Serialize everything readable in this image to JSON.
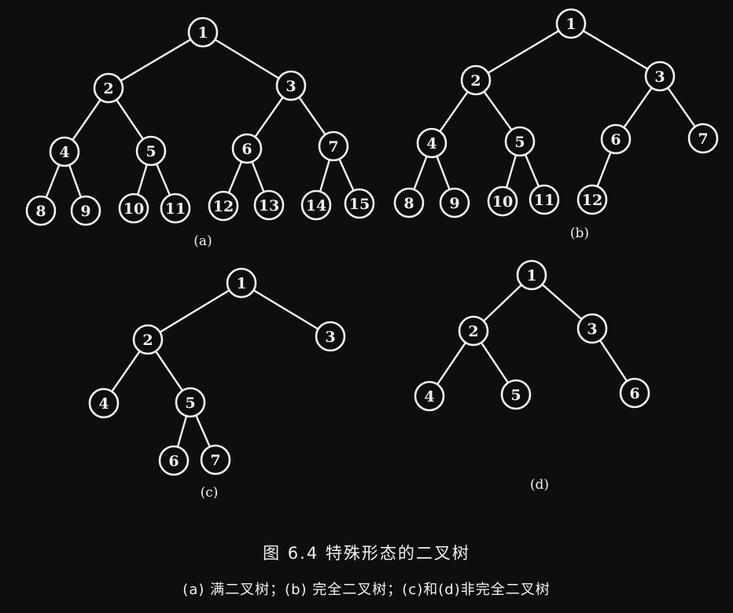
{
  "figure": {
    "title": "图 6.4   特殊形态的二叉树",
    "subtitle": "(a) 满二叉树；(b) 完全二叉树；(c)和(d)非完全二叉树",
    "colors": {
      "background": "#0e0e0e",
      "foreground": "#f2f2f2"
    }
  },
  "trees": [
    {
      "id": "a",
      "label": "(a)",
      "description": "满二叉树",
      "nodes": [
        "1",
        "2",
        "3",
        "4",
        "5",
        "6",
        "7",
        "8",
        "9",
        "10",
        "11",
        "12",
        "13",
        "14",
        "15"
      ],
      "edges": [
        [
          "1",
          "2"
        ],
        [
          "1",
          "3"
        ],
        [
          "2",
          "4"
        ],
        [
          "2",
          "5"
        ],
        [
          "3",
          "6"
        ],
        [
          "3",
          "7"
        ],
        [
          "4",
          "8"
        ],
        [
          "4",
          "9"
        ],
        [
          "5",
          "10"
        ],
        [
          "5",
          "11"
        ],
        [
          "6",
          "12"
        ],
        [
          "6",
          "13"
        ],
        [
          "7",
          "14"
        ],
        [
          "7",
          "15"
        ]
      ]
    },
    {
      "id": "b",
      "label": "(b)",
      "description": "完全二叉树",
      "nodes": [
        "1",
        "2",
        "3",
        "4",
        "5",
        "6",
        "7",
        "8",
        "9",
        "10",
        "11",
        "12"
      ],
      "edges": [
        [
          "1",
          "2"
        ],
        [
          "1",
          "3"
        ],
        [
          "2",
          "4"
        ],
        [
          "2",
          "5"
        ],
        [
          "3",
          "6"
        ],
        [
          "3",
          "7"
        ],
        [
          "4",
          "8"
        ],
        [
          "4",
          "9"
        ],
        [
          "5",
          "10"
        ],
        [
          "5",
          "11"
        ],
        [
          "6",
          "12"
        ]
      ]
    },
    {
      "id": "c",
      "label": "(c)",
      "description": "非完全二叉树",
      "nodes": [
        "1",
        "2",
        "3",
        "4",
        "5",
        "6",
        "7"
      ],
      "edges": [
        [
          "1",
          "2"
        ],
        [
          "1",
          "3"
        ],
        [
          "2",
          "4"
        ],
        [
          "2",
          "5"
        ],
        [
          "5",
          "6"
        ],
        [
          "5",
          "7"
        ]
      ]
    },
    {
      "id": "d",
      "label": "(d)",
      "description": "非完全二叉树",
      "nodes": [
        "1",
        "2",
        "3",
        "4",
        "5",
        "6"
      ],
      "edges": [
        [
          "1",
          "2"
        ],
        [
          "1",
          "3"
        ],
        [
          "2",
          "4"
        ],
        [
          "2",
          "5"
        ],
        [
          "3",
          "6"
        ]
      ]
    }
  ]
}
